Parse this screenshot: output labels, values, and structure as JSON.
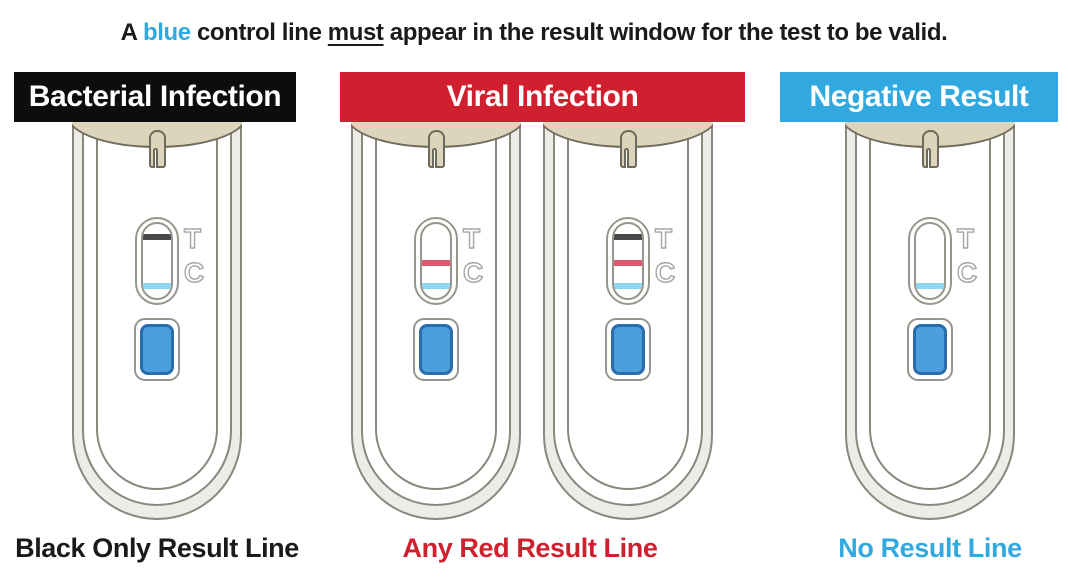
{
  "page": {
    "background": "#ffffff"
  },
  "instruction": {
    "part1": "A ",
    "highlight_word": "blue",
    "part2": " control line ",
    "underlined_word": "must",
    "part3": " appear in the result window for the test to be valid.",
    "highlight_color": "#31a9e0",
    "text_color": "#1a1a1a"
  },
  "device_labels": {
    "test_letter": "T",
    "control_letter": "C"
  },
  "line_colors": {
    "black": "#4a4a4a",
    "red": "#dd5a6e",
    "blue": "#8ed6f2"
  },
  "device_colors": {
    "cap_dome": "#dcd5bc",
    "button_fill": "#4d9edd",
    "button_border": "#2b6cab",
    "tube_outline": "#8a877d"
  },
  "sections": [
    {
      "name": "bacterial-infection",
      "header": {
        "label": "Bacterial Infection",
        "bg": "#0d0d0d",
        "color": "#ffffff"
      },
      "footer": {
        "label": "Black Only Result Line",
        "color": "#1a1a1a"
      },
      "devices": [
        {
          "result_lines": [
            "black",
            "blue"
          ]
        }
      ]
    },
    {
      "name": "viral-infection",
      "header": {
        "label": "Viral Infection",
        "bg": "#d0202f",
        "color": "#ffffff"
      },
      "footer": {
        "label": "Any Red Result Line",
        "color": "#d0202f"
      },
      "devices": [
        {
          "result_lines": [
            "red",
            "blue"
          ]
        },
        {
          "result_lines": [
            "black",
            "red",
            "blue"
          ]
        }
      ]
    },
    {
      "name": "negative-result",
      "header": {
        "label": "Negative Result",
        "bg": "#31a9e0",
        "color": "#ffffff"
      },
      "footer": {
        "label": "No Result Line",
        "color": "#31a9e0"
      },
      "devices": [
        {
          "result_lines": [
            "blue"
          ]
        }
      ]
    }
  ]
}
